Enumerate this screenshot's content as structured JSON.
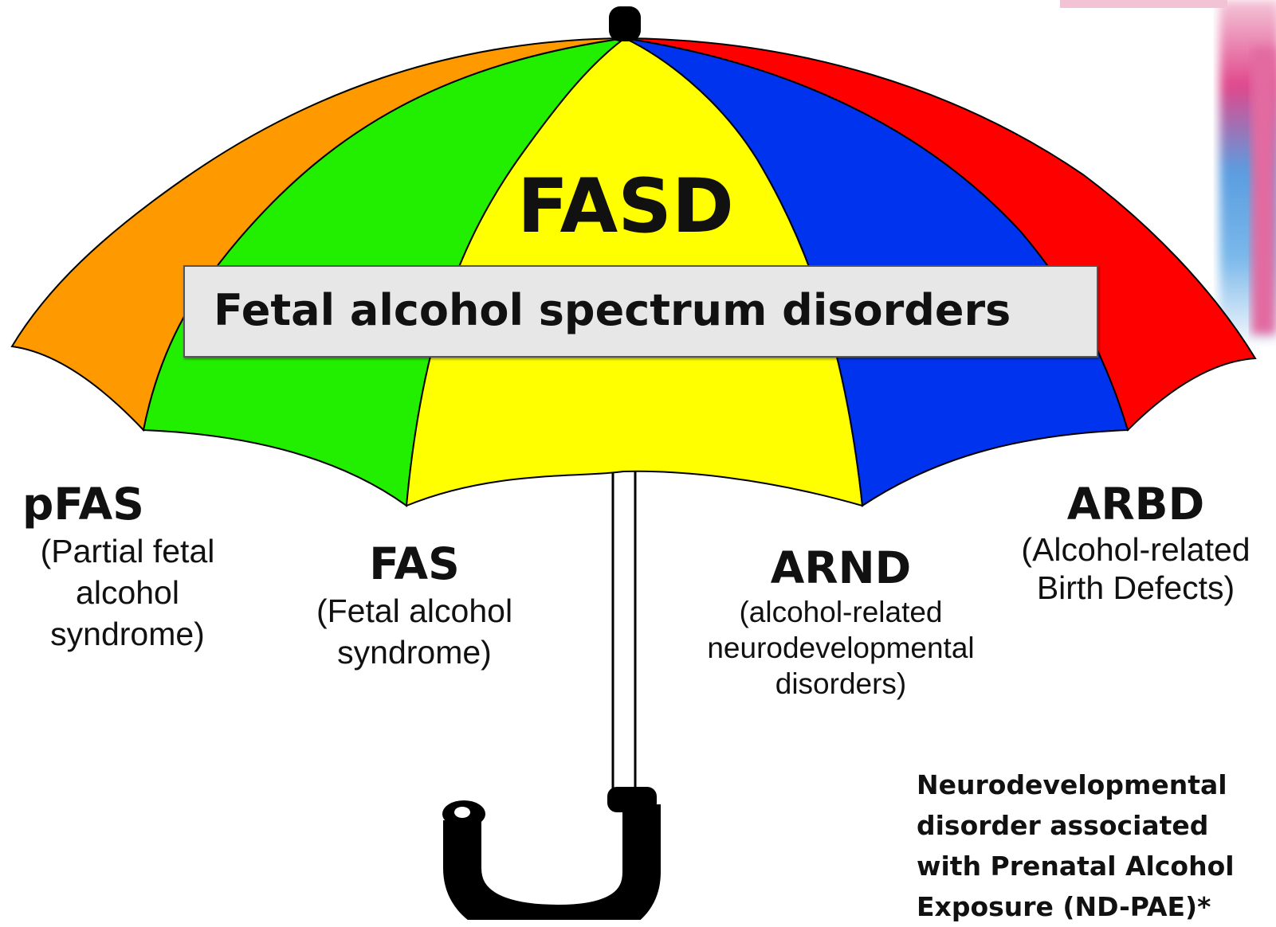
{
  "diagram": {
    "center_label": "FASD",
    "banner": "Fetal alcohol spectrum disorders",
    "panel_colors": [
      "#ff9900",
      "#22ee00",
      "#ffff00",
      "#0033ee",
      "#ff0000"
    ],
    "categories": [
      {
        "key": "pfas",
        "abbr": "pFAS",
        "lines": [
          "(Partial fetal",
          "alcohol",
          "syndrome)"
        ],
        "color": "#ff9900"
      },
      {
        "key": "fas",
        "abbr": "FAS",
        "lines": [
          "(Fetal alcohol",
          "syndrome)"
        ],
        "color": "#22ee00"
      },
      {
        "key": "arnd",
        "abbr": "ARND",
        "lines": [
          "(alcohol-related",
          "neurodevelopmental",
          "disorders)"
        ],
        "color": "#0033ee"
      },
      {
        "key": "arbd",
        "abbr": "ARBD",
        "lines": [
          "(Alcohol-related",
          "Birth Defects)"
        ],
        "color": "#ff0000"
      }
    ],
    "note_lines": [
      "Neurodevelopmental",
      "disorder associated",
      "with Prenatal Alcohol",
      "Exposure (ND-PAE)*"
    ]
  }
}
